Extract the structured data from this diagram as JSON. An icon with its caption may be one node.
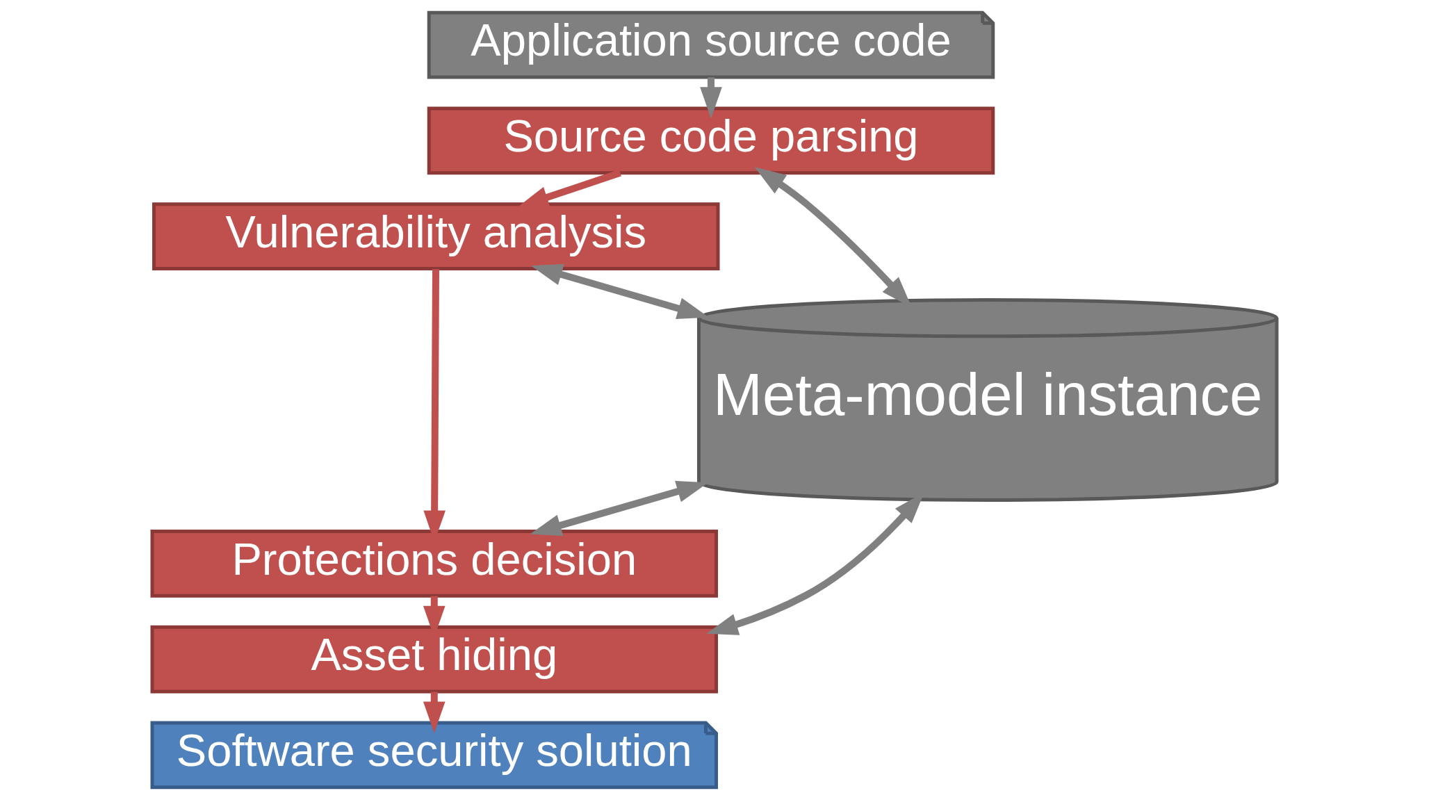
{
  "diagram": {
    "nodes": [
      {
        "text": [
          "Application source code"
        ]
      },
      {
        "text": [
          "Source code parsing"
        ]
      },
      {
        "text": [
          "Vulnerability analysis"
        ]
      },
      {
        "text": [
          "Protections decision"
        ]
      },
      {
        "text": [
          "Asset hiding"
        ]
      },
      {
        "text": [
          "Software security solution"
        ]
      },
      {
        "text": [
          "Meta-model instance"
        ]
      }
    ],
    "edges": [
      {
        "from": 0,
        "to": 1,
        "arrow": "to"
      },
      {
        "from": 1,
        "to": 2,
        "arrow": "to",
        "color": "#c0504d"
      },
      {
        "from": 2,
        "to": 3,
        "arrow": "to",
        "color": "#c0504d"
      },
      {
        "from": 3,
        "to": 4,
        "arrow": "to",
        "color": "#c0504d"
      },
      {
        "from": 4,
        "to": 5,
        "arrow": "to",
        "color": "#c0504d"
      },
      {
        "from": 6,
        "to": 1,
        "arrow": "both"
      },
      {
        "from": 6,
        "to": 2,
        "arrow": "both"
      },
      {
        "from": 6,
        "to": 3,
        "arrow": "both"
      },
      {
        "from": 6,
        "to": 4,
        "arrow": "both"
      }
    ]
  }
}
